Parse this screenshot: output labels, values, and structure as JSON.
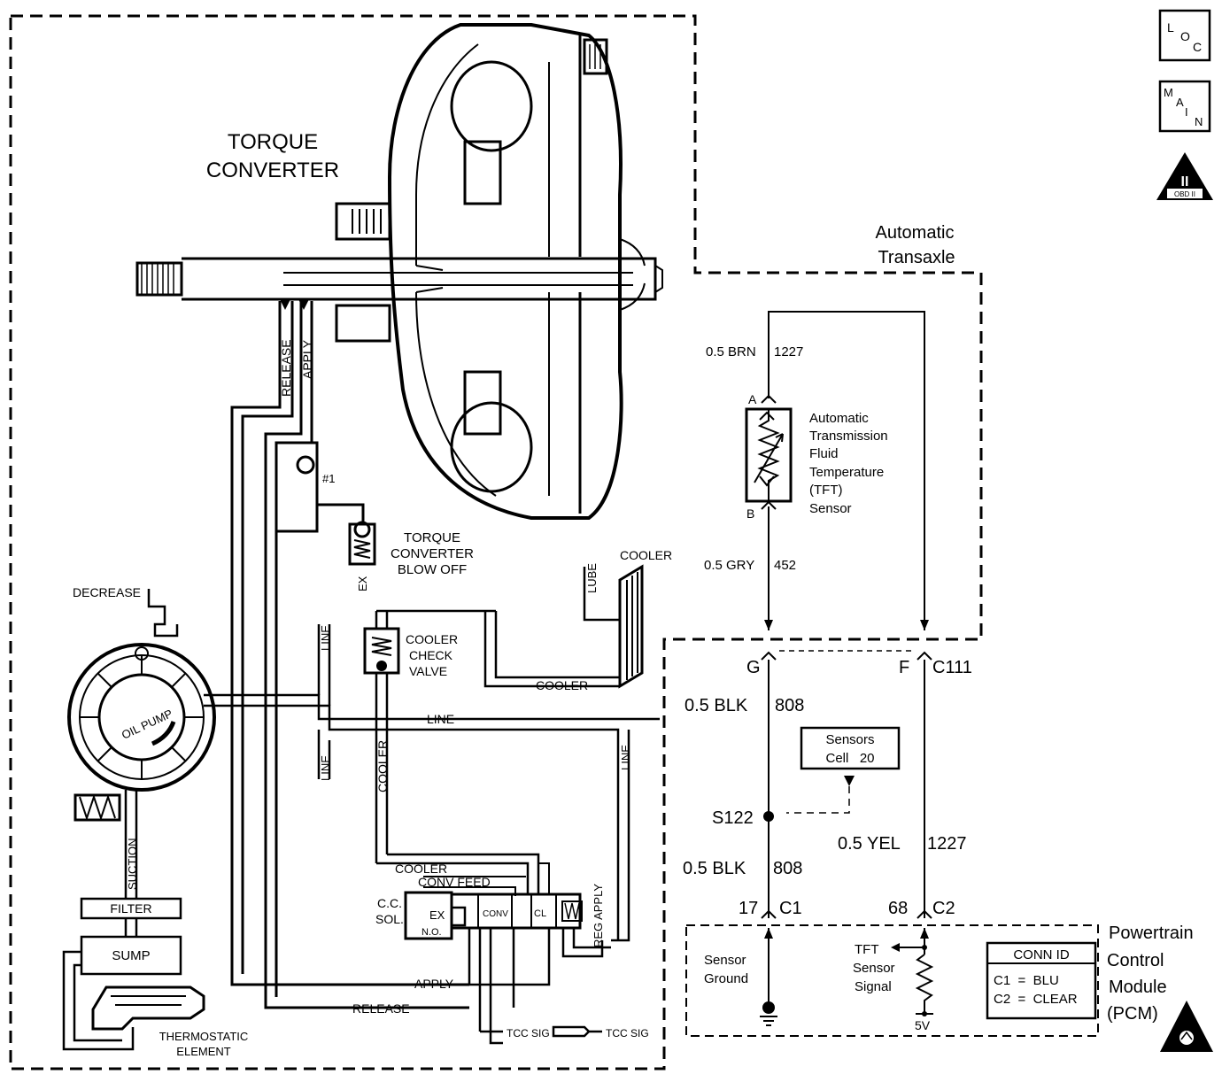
{
  "icons": {
    "loc": [
      "L",
      "O",
      "C"
    ],
    "main": [
      "M",
      "A",
      "I",
      "N"
    ],
    "obd": {
      "numeral": "II",
      "label": "OBD II"
    }
  },
  "hydraulic": {
    "torque_converter": [
      "TORQUE",
      "CONVERTER"
    ],
    "release": "RELEASE",
    "apply": "APPLY",
    "check_ball": "#1",
    "blowoff": [
      "TORQUE",
      "CONVERTER",
      "BLOW OFF"
    ],
    "exhaust": "EX",
    "cooler_top": "COOLER",
    "lube": "LUBE",
    "decrease": "DECREASE",
    "oil_pump": "OIL PUMP",
    "line": "LINE",
    "cooler_check_valve": [
      "COOLER",
      "CHECK",
      "VALVE"
    ],
    "cooler": "COOLER",
    "conv_feed": "CONV FEED",
    "reg_apply": "REG APPLY",
    "suction": "SUCTION",
    "filter": "FILTER",
    "sump": "SUMP",
    "cc_sol": [
      "C.C.",
      "SOL."
    ],
    "no": "N.O.",
    "conv": "CONV",
    "cl": "CL",
    "thermostatic": [
      "THERMOSTATIC",
      "ELEMENT"
    ],
    "tcc_sig": "TCC SIG"
  },
  "electrical": {
    "transaxle": [
      "Automatic",
      "Transaxle"
    ],
    "wire_top": {
      "gauge": "0.5 BRN",
      "circuit": "1227"
    },
    "pin_a": "A",
    "pin_b": "B",
    "sensor_name": [
      "Automatic",
      "Transmission",
      "Fluid",
      "Temperature",
      "(TFT)",
      "Sensor"
    ],
    "wire_gry": {
      "gauge": "0.5 GRY",
      "circuit": "452"
    },
    "conn_g": "G",
    "conn_f": "F",
    "c111": "C111",
    "wire_blk_1": {
      "gauge": "0.5 BLK",
      "circuit": "808"
    },
    "cell_ref": [
      "Sensors",
      "Cell   20"
    ],
    "splice": "S122",
    "wire_blk_2": {
      "gauge": "0.5 BLK",
      "circuit": "808"
    },
    "wire_yel": {
      "gauge": "0.5 YEL",
      "circuit": "1227"
    },
    "pin_17": "17",
    "pin_c1": "C1",
    "pin_68": "68",
    "pin_c2": "C2",
    "pcm": [
      "Powertrain",
      "Control",
      "Module",
      "(PCM)"
    ],
    "sensor_ground": [
      "Sensor",
      "Ground"
    ],
    "tft_signal": [
      "TFT",
      "Sensor",
      "Signal"
    ],
    "voltage": "5V",
    "conn_id": {
      "title": "CONN ID",
      "c1": "C1  =  BLU",
      "c2": "C2  =  CLEAR"
    }
  }
}
